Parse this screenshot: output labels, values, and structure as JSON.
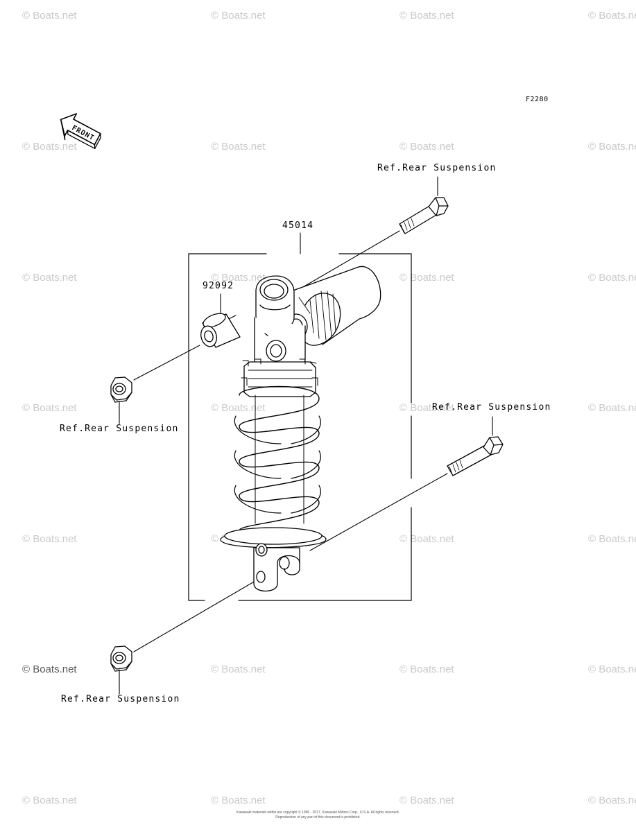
{
  "diagram": {
    "figure_code": "F2280",
    "front_arrow_text": "FRONT",
    "watermark_text": "© Boats.net",
    "part_numbers": {
      "shock_absorber": "45014",
      "collar": "92092"
    },
    "callouts": [
      "Ref.Rear Suspension",
      "Ref.Rear Suspension",
      "Ref.Rear Suspension",
      "Ref.Rear Suspension"
    ],
    "footer": {
      "line1": "Kawasaki materials within are copyright © 1996 - 2017, Kawasaki Motors Corp., U.S.A. All rights reserved.",
      "line2": "Reproduction of any part of this document is prohibited."
    }
  }
}
